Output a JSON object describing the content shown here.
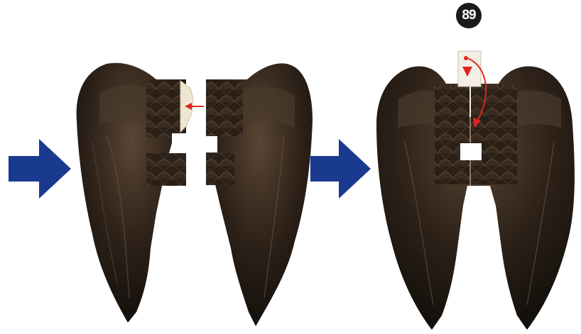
{
  "step": {
    "number": "89"
  },
  "colors": {
    "arrow_blue": "#1a3a8f",
    "feather_dark": "#2a1f17",
    "feather_mid": "#4a3a2c",
    "indicator_red": "#e0261f",
    "tab_paper": "#efe6d2"
  },
  "illustration": {
    "panels": [
      {
        "name": "separated-wing-halves",
        "description_hidden": true
      },
      {
        "name": "joined-wings"
      }
    ],
    "icons": [
      "right-arrow-icon",
      "right-arrow-icon",
      "red-arrow-icon",
      "curved-red-arrow-icon",
      "triangle-marker-icon"
    ]
  }
}
